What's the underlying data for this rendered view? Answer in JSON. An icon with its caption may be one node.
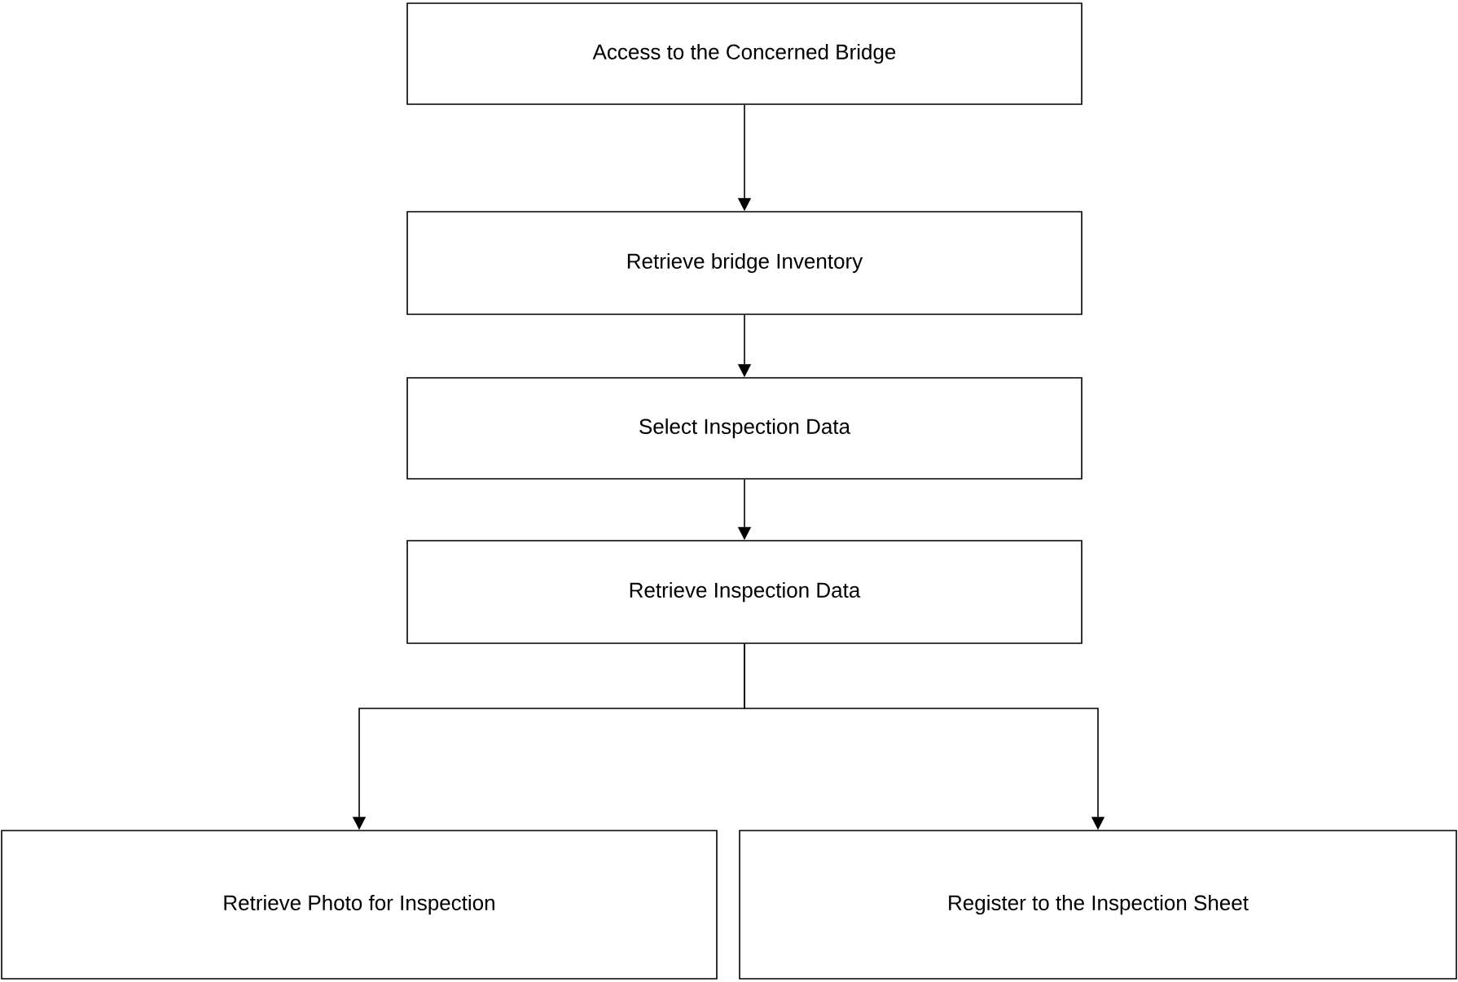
{
  "diagram": {
    "nodes": [
      {
        "text": [
          "Access to the Concerned Bridge"
        ]
      },
      {
        "text": [
          "Retrieve bridge Inventory"
        ]
      },
      {
        "text": [
          "Select Inspection Data"
        ]
      },
      {
        "text": [
          "Retrieve Inspection Data"
        ]
      },
      {
        "text": [
          "Retrieve Photo for Inspection"
        ]
      },
      {
        "text": [
          "Register to the Inspection Sheet"
        ]
      }
    ],
    "edges": [
      {
        "from": 0,
        "to": 1,
        "arrow": "to"
      },
      {
        "from": 1,
        "to": 2,
        "arrow": "to"
      },
      {
        "from": 2,
        "to": 3,
        "arrow": "to"
      },
      {
        "from": 3,
        "to": 4,
        "arrow": "to"
      },
      {
        "from": 3,
        "to": 5,
        "arrow": "to"
      }
    ]
  }
}
